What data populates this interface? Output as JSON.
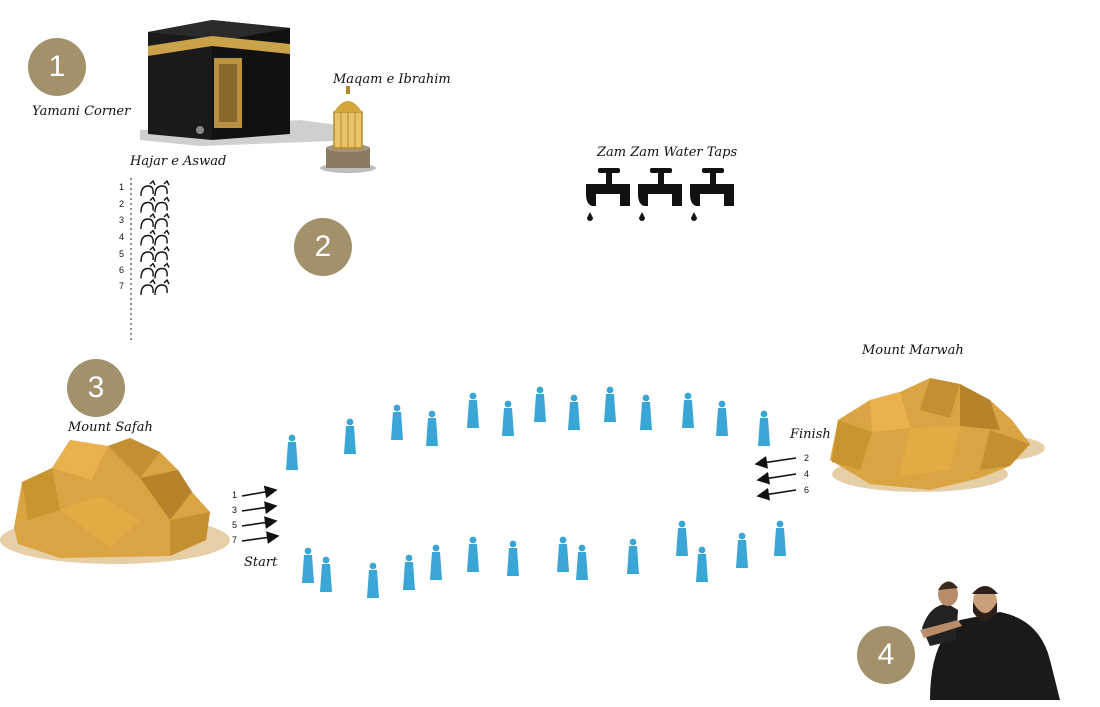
{
  "steps": [
    "1",
    "2",
    "3",
    "4"
  ],
  "labels": {
    "yamani_corner": "Yamani Corner",
    "maqam_ibrahim": "Maqam e Ibrahim",
    "hajar_aswad": "Hajar e Aswad",
    "zamzam": "Zam Zam Water Taps",
    "mount_safah": "Mount Safah",
    "mount_marwah": "Mount Marwah",
    "start": "Start",
    "finish": "Finish"
  },
  "tawaf_rounds": [
    "1",
    "2",
    "3",
    "4",
    "5",
    "6",
    "7"
  ],
  "safa_rounds": [
    "1",
    "3",
    "5",
    "7"
  ],
  "marwah_rounds": [
    "2",
    "4",
    "6"
  ],
  "colors": {
    "badge": "#a2916a",
    "pilgrim": "#3aa6d6",
    "rock": "#d9a441",
    "rock_shadow": "#e6cfa6",
    "kaaba": "#1a1a1a",
    "gold": "#c9a24a"
  },
  "icons": [
    "kaaba-icon",
    "maqam-ibrahim-icon",
    "water-tap-icon",
    "rock-icon",
    "pilgrim-icon",
    "barber-icon"
  ]
}
